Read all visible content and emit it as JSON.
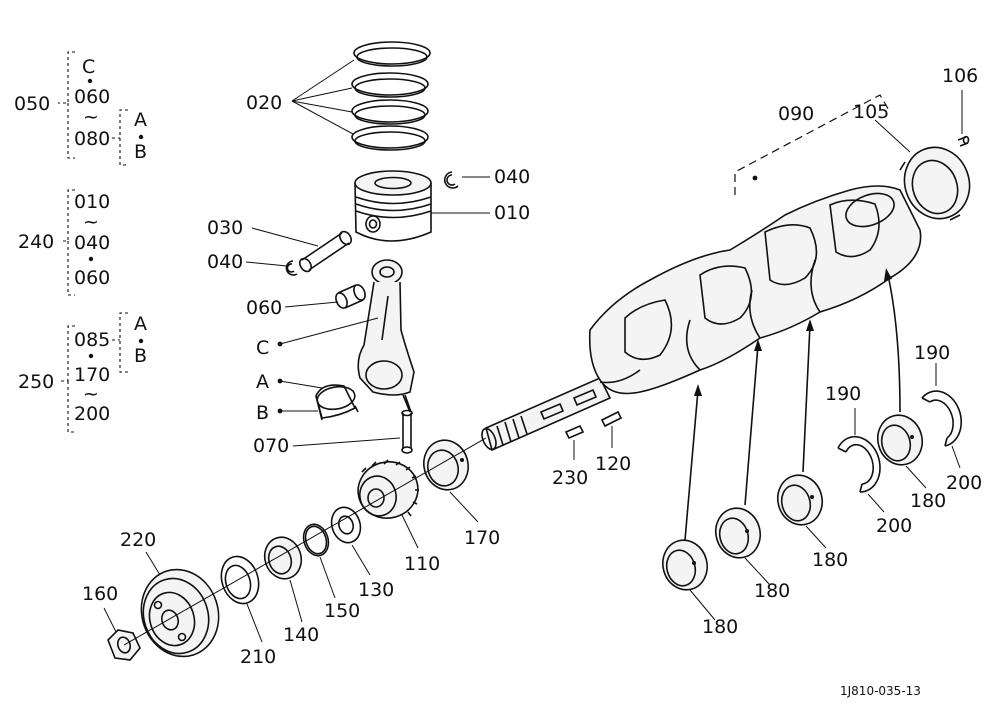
{
  "labels": {
    "p020": "020",
    "p040a": "040",
    "p010": "010",
    "p030": "030",
    "p040b": "040",
    "p060": "060",
    "pC": "C",
    "pA": "A",
    "pB": "B",
    "p070": "070",
    "p090": "090",
    "p105": "105",
    "p106": "106",
    "p170": "170",
    "p110": "110",
    "p130": "130",
    "p150": "150",
    "p140": "140",
    "p210": "210",
    "p220": "220",
    "p160": "160",
    "p230": "230",
    "p120": "120",
    "p180a": "180",
    "p180b": "180",
    "p180c": "180",
    "p180d": "180",
    "p190a": "190",
    "p190b": "190",
    "p200a": "200",
    "p200b": "200"
  },
  "legend": {
    "g050": {
      "code": "050",
      "top": "C",
      "mid": "060",
      "bot": "080",
      "sub_top": "A",
      "sub_bot": "B"
    },
    "g240": {
      "code": "240",
      "v1": "010",
      "v2": "040",
      "v3": "060"
    },
    "g250": {
      "code": "250",
      "v1": "085",
      "v2": "170",
      "v3": "200",
      "sub_top": "A",
      "sub_bot": "B"
    }
  },
  "footer": {
    "ref": "1J810-035-13"
  }
}
